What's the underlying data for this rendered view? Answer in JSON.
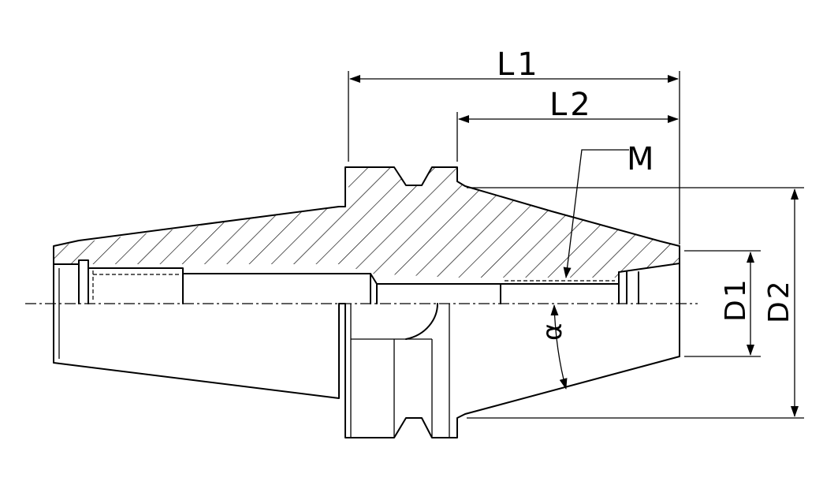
{
  "labels": {
    "L1": "L1",
    "L2": "L2",
    "M": "M",
    "D1": "D1",
    "D2": "D2",
    "alpha": "α"
  },
  "colors": {
    "line": "#000000",
    "background": "#ffffff"
  }
}
